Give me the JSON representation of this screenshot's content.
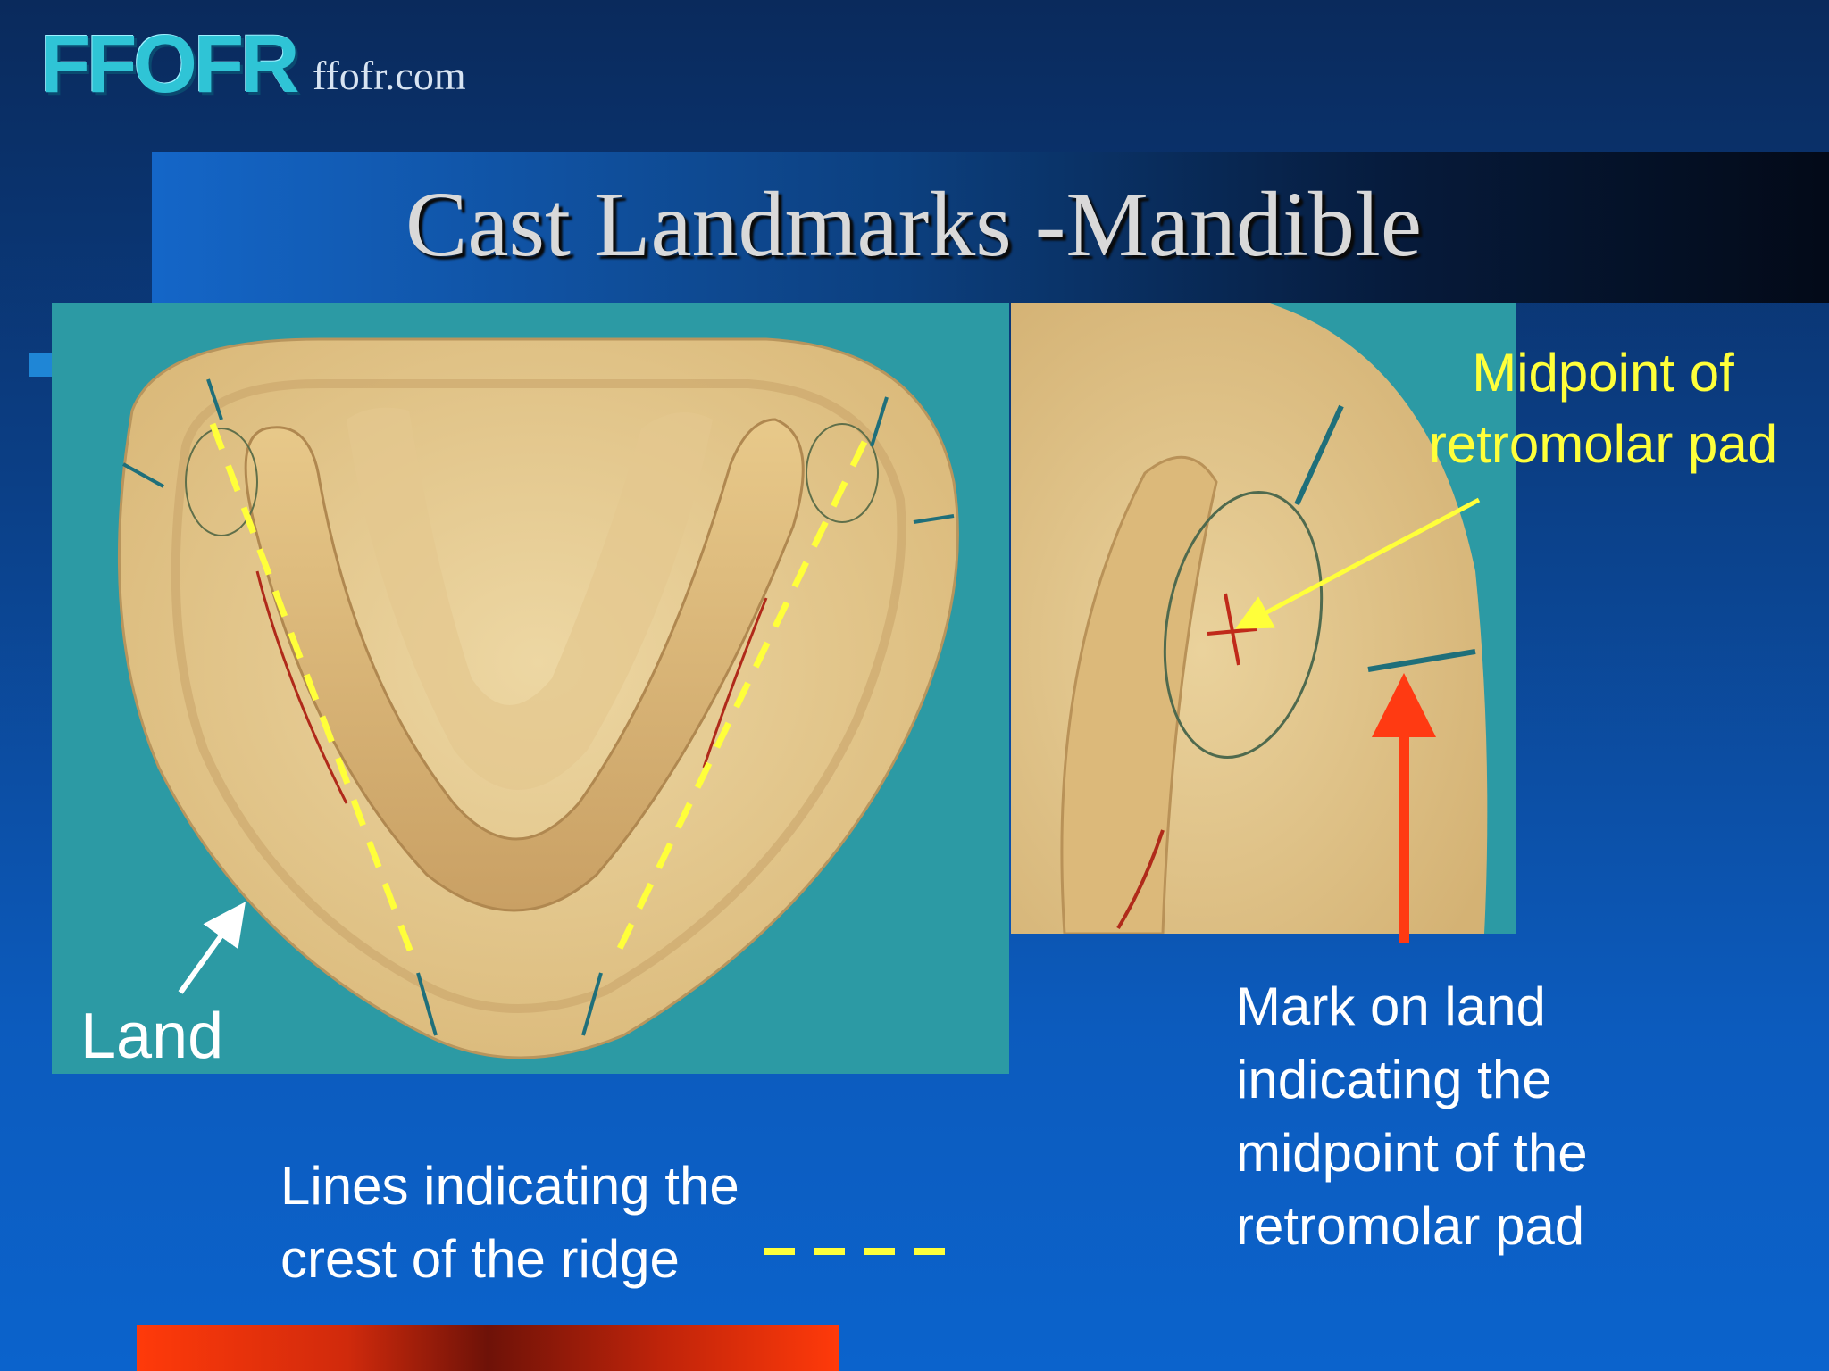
{
  "header": {
    "logo_text": "FFOFR",
    "site": "ffofr.com"
  },
  "slide": {
    "title": "Cast Landmarks -Mandible"
  },
  "labels": {
    "land": "Land",
    "midpoint_line1": "Midpoint of",
    "midpoint_line2": "retromolar pad",
    "crest_line1": "Lines indicating the",
    "crest_line2": "crest of the ridge",
    "mark_line1": "Mark on land",
    "mark_line2": "indicating the",
    "mark_line3": "midpoint of the",
    "mark_line4": "retromolar pad"
  },
  "colors": {
    "background": "#0c5bbd",
    "title_text": "#d9d9d9",
    "crest_line": "#ffff3a",
    "arrow_red": "#ff3a12",
    "photo_bg": "#2c9aa4",
    "cast_color": "#e6c98d"
  }
}
